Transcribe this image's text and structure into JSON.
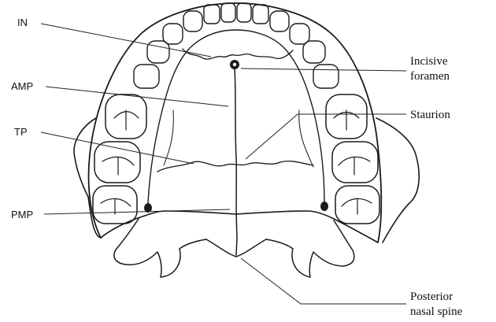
{
  "labels": {
    "in": "IN",
    "amp": "AMP",
    "tp": "TP",
    "pmp": "PMP",
    "incisive_line1": "Incisive",
    "incisive_line2": "foramen",
    "staurion": "Staurion",
    "posterior_line1": "Posterior",
    "posterior_line2": "nasal spine"
  },
  "colors": {
    "ink": "#1a1a1a",
    "background": "#ffffff"
  }
}
